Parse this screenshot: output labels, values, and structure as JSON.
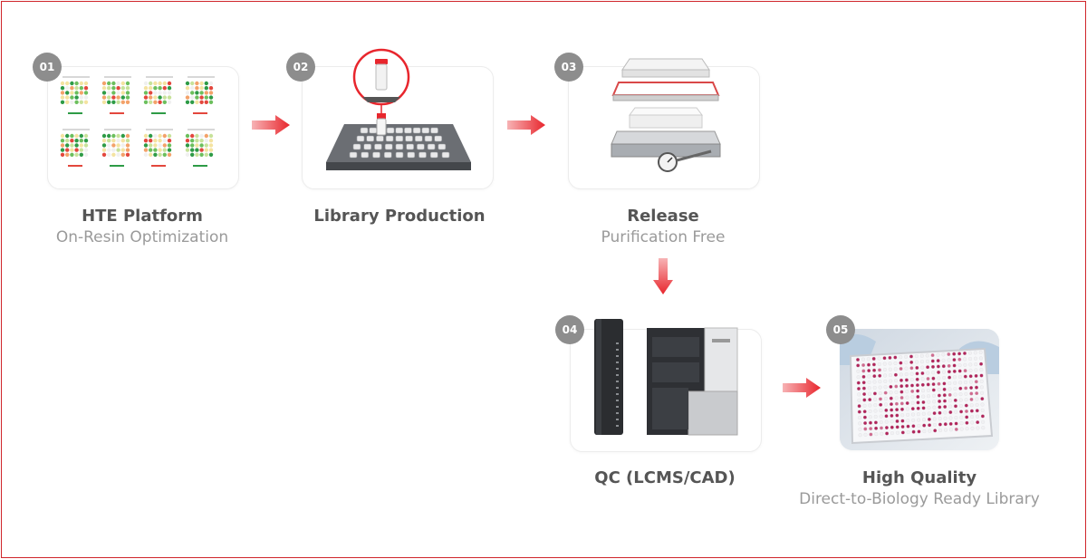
{
  "steps": [
    {
      "number": "01",
      "title": "HTE Platform",
      "subtitle": "On-Resin Optimization",
      "icon": "heatmap-grid-icon"
    },
    {
      "number": "02",
      "title": "Library Production",
      "subtitle": "",
      "icon": "tube-rack-icon"
    },
    {
      "number": "03",
      "title": "Release",
      "subtitle": "Purification Free",
      "icon": "filtration-manifold-icon"
    },
    {
      "number": "04",
      "title": "QC (LCMS/CAD)",
      "subtitle": "",
      "icon": "lcms-instrument-icon"
    },
    {
      "number": "05",
      "title": "High Quality",
      "subtitle": "Direct-to-Biology Ready Library",
      "icon": "well-plate-photo-icon"
    }
  ],
  "colors": {
    "accent": "#e8262d",
    "badge": "#8d8d8d",
    "title": "#555555",
    "subtitle": "#9a9a9a",
    "frame": "#d0252b"
  }
}
